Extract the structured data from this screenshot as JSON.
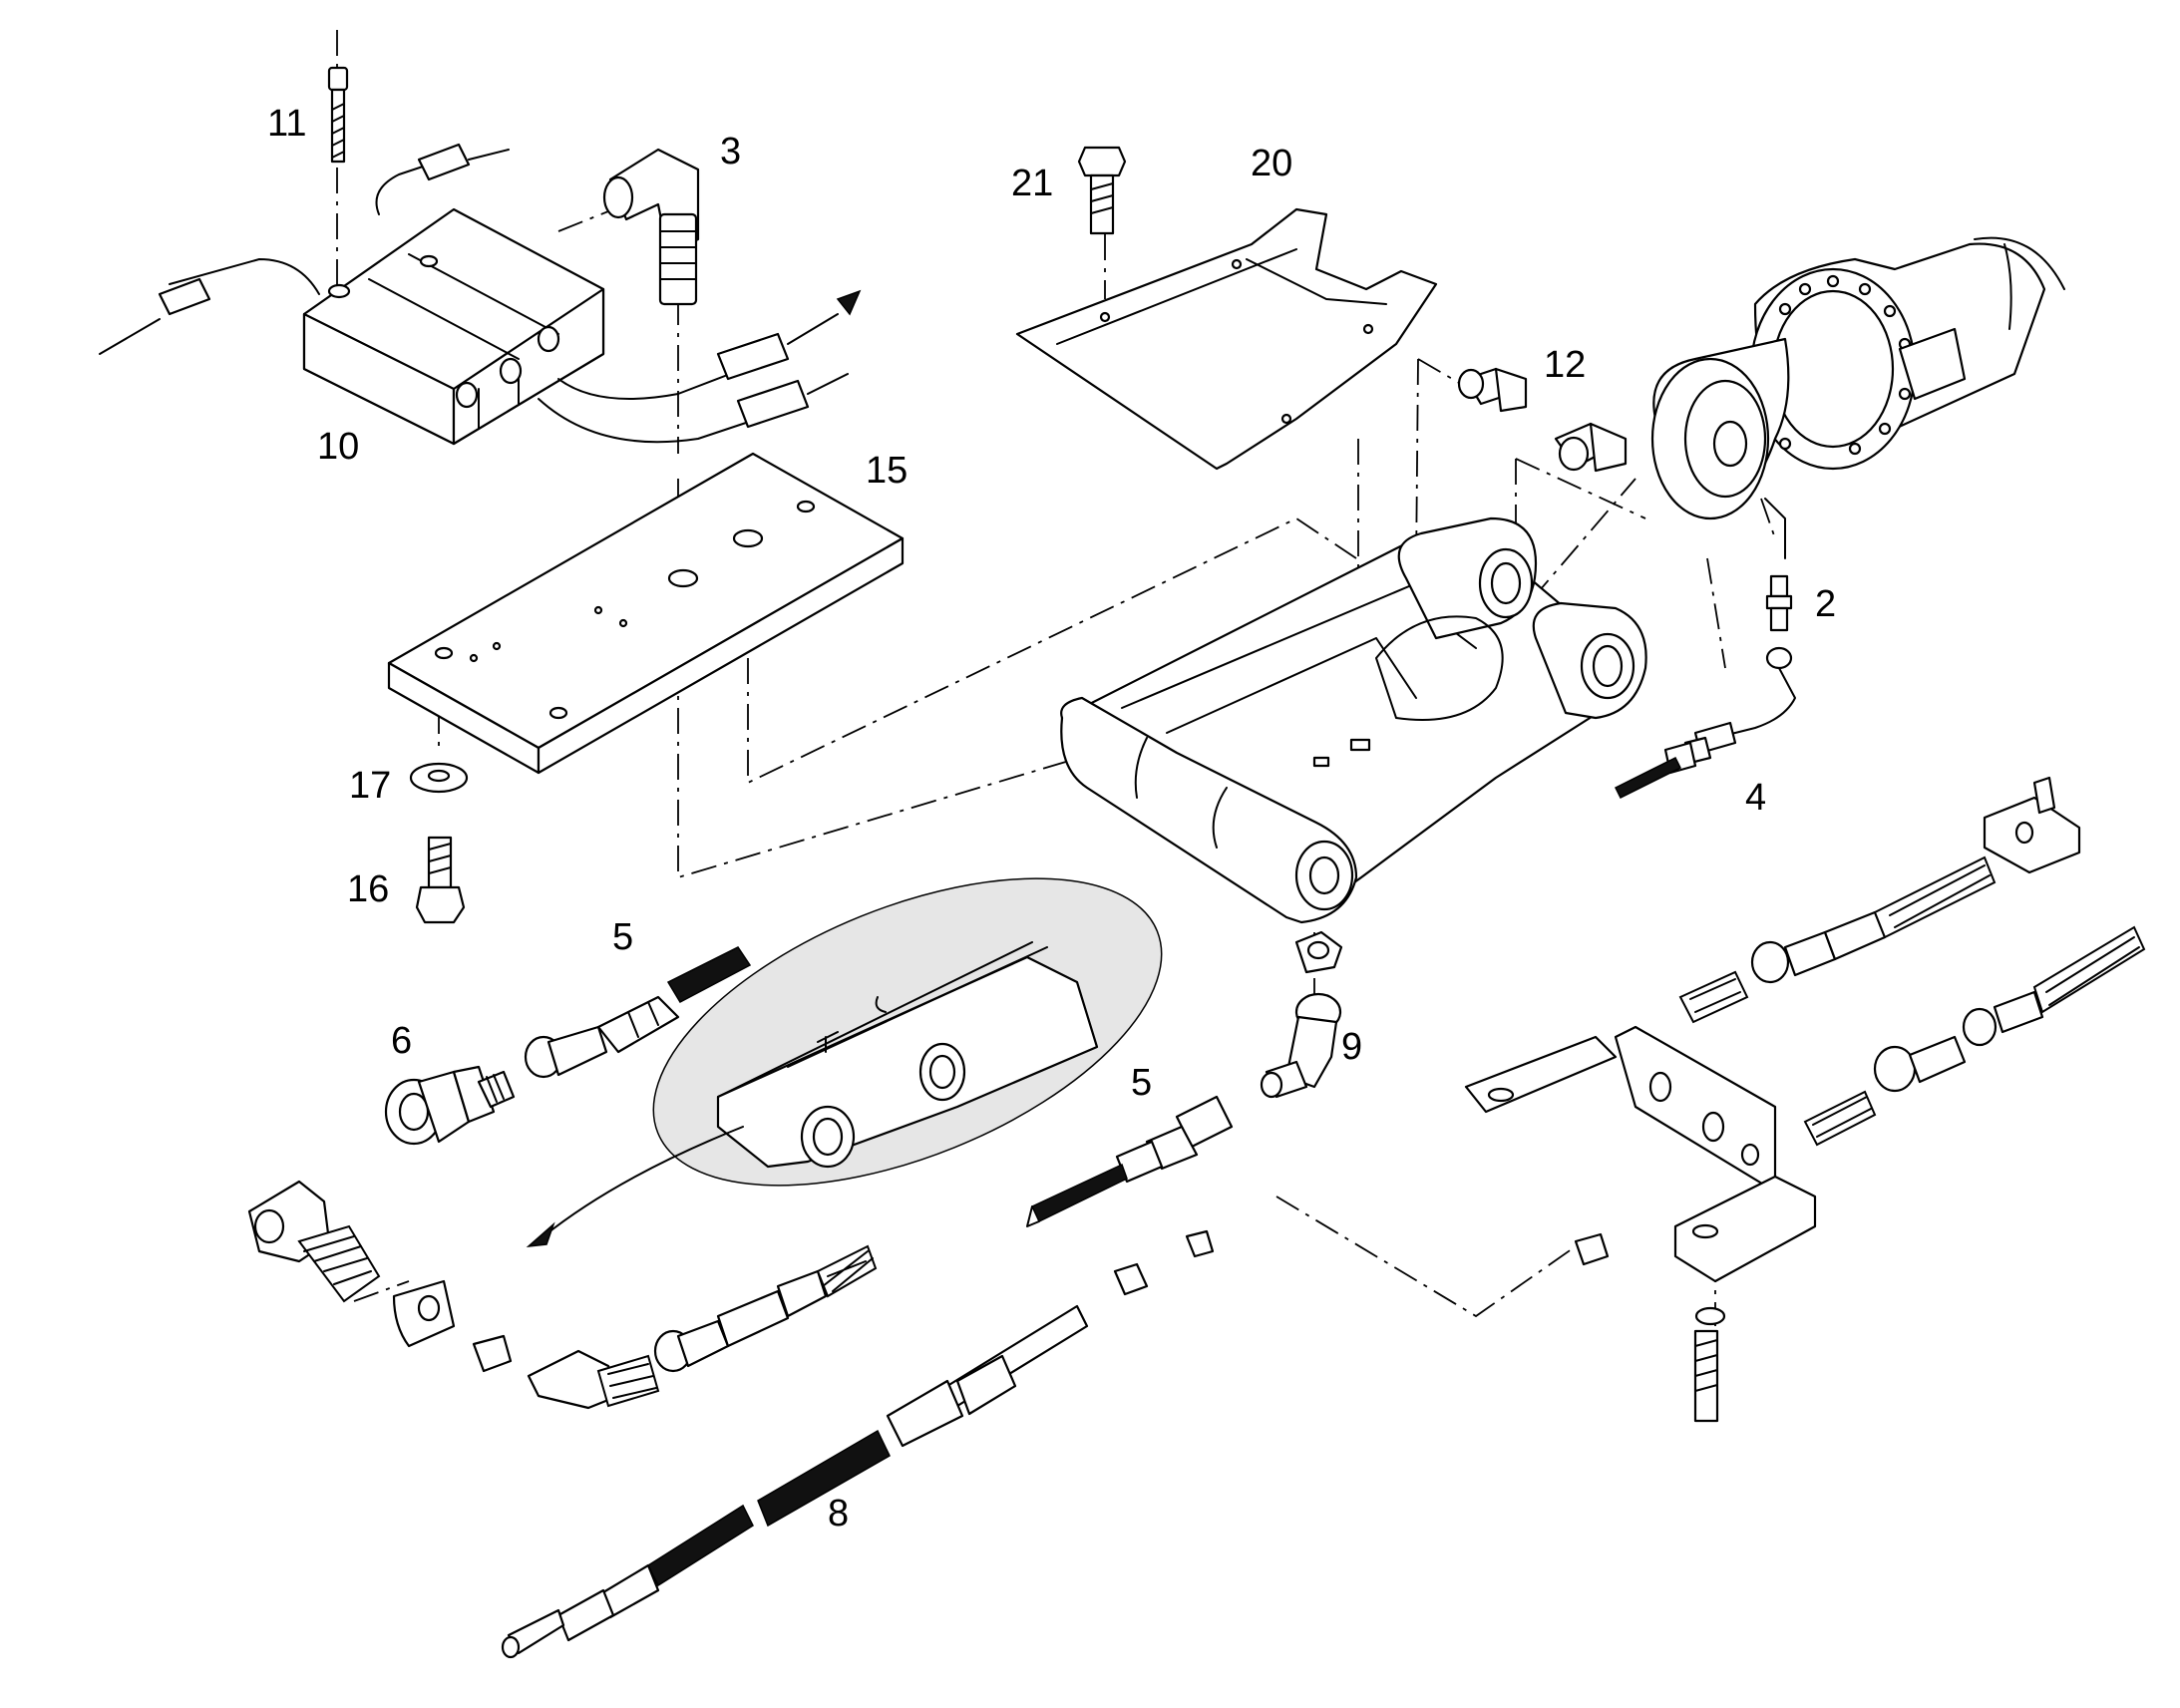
{
  "diagram": {
    "callouts": [
      "11",
      "3",
      "21",
      "20",
      "10",
      "15",
      "12",
      "2",
      "17",
      "4",
      "16",
      "5",
      "6",
      "9",
      "5",
      "8"
    ]
  }
}
